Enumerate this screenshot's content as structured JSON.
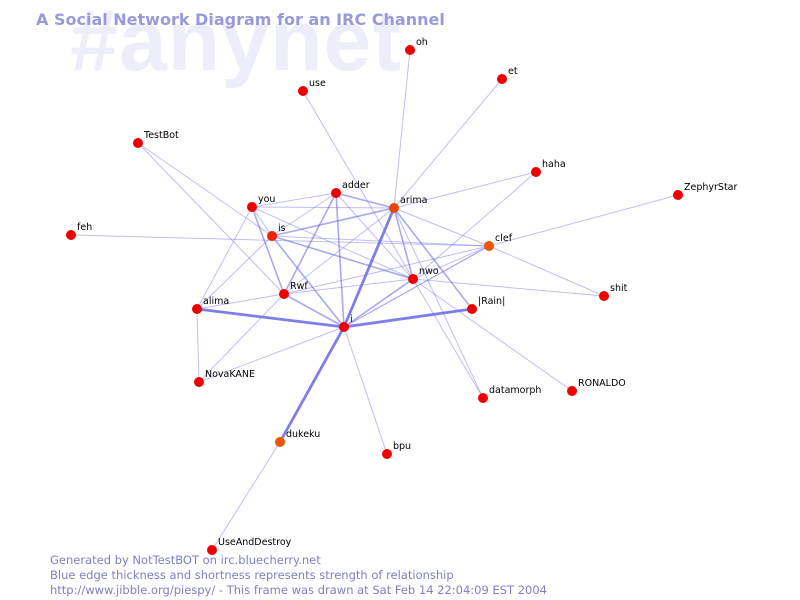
{
  "header": {
    "title": "A Social Network Diagram for an IRC Channel",
    "watermark": "#anynet"
  },
  "footer": {
    "line1": "Generated by NotTestBOT on irc.bluecherry.net",
    "line2": "Blue edge thickness and shortness represents strength of relationship",
    "line3": "http://www.jibble.org/piespy/ - This frame was drawn at Sat Feb 14 22:04:09 EST 2004"
  },
  "colors": {
    "node": "#ee0000",
    "node_active": "#ee5500",
    "edge": "#7070e6",
    "title": "#9a9ad8",
    "footer": "#8080c0"
  },
  "graph": {
    "nodes": [
      {
        "id": "oh",
        "label": "oh",
        "color": "#ee0000"
      },
      {
        "id": "et",
        "label": "et",
        "color": "#ee0000"
      },
      {
        "id": "use",
        "label": "use",
        "color": "#ee0000"
      },
      {
        "id": "TestBot",
        "label": "TestBot",
        "color": "#ee0000"
      },
      {
        "id": "haha",
        "label": "haha",
        "color": "#ee0000"
      },
      {
        "id": "ZephyrStar",
        "label": "ZephyrStar",
        "color": "#ee0000"
      },
      {
        "id": "adder",
        "label": "adder",
        "color": "#ee0000"
      },
      {
        "id": "arima",
        "label": "arima",
        "color": "#ee4400"
      },
      {
        "id": "you",
        "label": "you",
        "color": "#ee0000"
      },
      {
        "id": "feh",
        "label": "feh",
        "color": "#ee0000"
      },
      {
        "id": "is",
        "label": "is",
        "color": "#ee2200"
      },
      {
        "id": "clef",
        "label": "clef",
        "color": "#ee5500"
      },
      {
        "id": "nwo",
        "label": "nwo",
        "color": "#ee0000"
      },
      {
        "id": "Rwf",
        "label": "Rwf",
        "color": "#ee0000"
      },
      {
        "id": "shit",
        "label": "shit",
        "color": "#ee0000"
      },
      {
        "id": "alima",
        "label": "alima",
        "color": "#ee0000"
      },
      {
        "id": "Rain",
        "label": "|Rain|",
        "color": "#ee0000"
      },
      {
        "id": "i",
        "label": "i",
        "color": "#ee0000"
      },
      {
        "id": "NovaKANE",
        "label": "NovaKANE",
        "color": "#ee0000"
      },
      {
        "id": "RONALDO",
        "label": "RONALDO",
        "color": "#ee0000"
      },
      {
        "id": "datamorph",
        "label": "datamorph",
        "color": "#ee0000"
      },
      {
        "id": "dukeku",
        "label": "dukeku",
        "color": "#ee5500"
      },
      {
        "id": "bpu",
        "label": "bpu",
        "color": "#ee0000"
      },
      {
        "id": "UseAndDestroy",
        "label": "UseAndDestroy",
        "color": "#ee0000"
      }
    ],
    "edges": [
      {
        "from": "oh",
        "to": "arima",
        "weight": 1
      },
      {
        "from": "et",
        "to": "arima",
        "weight": 1
      },
      {
        "from": "use",
        "to": "nwo",
        "weight": 1
      },
      {
        "from": "TestBot",
        "to": "is",
        "weight": 1
      },
      {
        "from": "TestBot",
        "to": "Rwf",
        "weight": 1
      },
      {
        "from": "haha",
        "to": "arima",
        "weight": 1
      },
      {
        "from": "haha",
        "to": "nwo",
        "weight": 1
      },
      {
        "from": "ZephyrStar",
        "to": "clef",
        "weight": 1
      },
      {
        "from": "feh",
        "to": "clef",
        "weight": 1
      },
      {
        "from": "adder",
        "to": "arima",
        "weight": 2
      },
      {
        "from": "adder",
        "to": "i",
        "weight": 2
      },
      {
        "from": "adder",
        "to": "Rwf",
        "weight": 2
      },
      {
        "from": "adder",
        "to": "is",
        "weight": 1
      },
      {
        "from": "adder",
        "to": "you",
        "weight": 1
      },
      {
        "from": "adder",
        "to": "nwo",
        "weight": 1
      },
      {
        "from": "arima",
        "to": "i",
        "weight": 3
      },
      {
        "from": "arima",
        "to": "is",
        "weight": 2
      },
      {
        "from": "arima",
        "to": "you",
        "weight": 1
      },
      {
        "from": "arima",
        "to": "nwo",
        "weight": 2
      },
      {
        "from": "arima",
        "to": "Rain",
        "weight": 2
      },
      {
        "from": "arima",
        "to": "Rwf",
        "weight": 1
      },
      {
        "from": "arima",
        "to": "clef",
        "weight": 1
      },
      {
        "from": "arima",
        "to": "datamorph",
        "weight": 1
      },
      {
        "from": "you",
        "to": "Rwf",
        "weight": 2
      },
      {
        "from": "you",
        "to": "alima",
        "weight": 1
      },
      {
        "from": "you",
        "to": "nwo",
        "weight": 1
      },
      {
        "from": "you",
        "to": "is",
        "weight": 1
      },
      {
        "from": "is",
        "to": "nwo",
        "weight": 2
      },
      {
        "from": "is",
        "to": "i",
        "weight": 2
      },
      {
        "from": "is",
        "to": "alima",
        "weight": 1
      },
      {
        "from": "is",
        "to": "clef",
        "weight": 1
      },
      {
        "from": "clef",
        "to": "i",
        "weight": 1
      },
      {
        "from": "clef",
        "to": "Rwf",
        "weight": 1
      },
      {
        "from": "clef",
        "to": "shit",
        "weight": 1
      },
      {
        "from": "clef",
        "to": "nwo",
        "weight": 1
      },
      {
        "from": "nwo",
        "to": "i",
        "weight": 2
      },
      {
        "from": "nwo",
        "to": "Rwf",
        "weight": 1
      },
      {
        "from": "nwo",
        "to": "shit",
        "weight": 1
      },
      {
        "from": "nwo",
        "to": "RONALDO",
        "weight": 1
      },
      {
        "from": "nwo",
        "to": "datamorph",
        "weight": 1
      },
      {
        "from": "Rwf",
        "to": "i",
        "weight": 2
      },
      {
        "from": "Rwf",
        "to": "alima",
        "weight": 1
      },
      {
        "from": "Rwf",
        "to": "NovaKANE",
        "weight": 1
      },
      {
        "from": "alima",
        "to": "i",
        "weight": 3
      },
      {
        "from": "alima",
        "to": "NovaKANE",
        "weight": 1
      },
      {
        "from": "Rain",
        "to": "i",
        "weight": 3
      },
      {
        "from": "i",
        "to": "NovaKANE",
        "weight": 1
      },
      {
        "from": "i",
        "to": "dukeku",
        "weight": 3
      },
      {
        "from": "i",
        "to": "bpu",
        "weight": 1
      },
      {
        "from": "i",
        "to": "clef",
        "weight": 1
      },
      {
        "from": "dukeku",
        "to": "UseAndDestroy",
        "weight": 1
      }
    ]
  }
}
